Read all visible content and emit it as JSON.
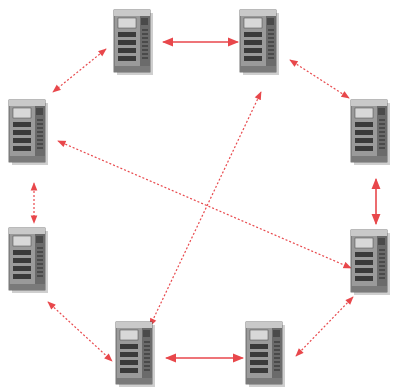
{
  "diagram": {
    "nodes": [
      {
        "id": "server-top-left",
        "icon": "server-tower-icon"
      },
      {
        "id": "server-top-right",
        "icon": "server-tower-icon"
      },
      {
        "id": "server-left-upper",
        "icon": "server-tower-icon"
      },
      {
        "id": "server-right-upper",
        "icon": "server-tower-icon"
      },
      {
        "id": "server-left-lower",
        "icon": "server-tower-icon"
      },
      {
        "id": "server-right-lower",
        "icon": "server-tower-icon"
      },
      {
        "id": "server-bottom-left",
        "icon": "server-tower-icon"
      },
      {
        "id": "server-bottom-right",
        "icon": "server-tower-icon"
      }
    ],
    "edges": [
      {
        "from": "server-top-left",
        "to": "server-top-right",
        "style": "solid",
        "bidirectional": true
      },
      {
        "from": "server-top-left",
        "to": "server-left-upper",
        "style": "dotted",
        "bidirectional": true
      },
      {
        "from": "server-top-right",
        "to": "server-right-upper",
        "style": "dotted",
        "bidirectional": true
      },
      {
        "from": "server-left-upper",
        "to": "server-left-lower",
        "style": "dotted",
        "bidirectional": true
      },
      {
        "from": "server-right-upper",
        "to": "server-right-lower",
        "style": "solid",
        "bidirectional": true
      },
      {
        "from": "server-left-lower",
        "to": "server-bottom-left",
        "style": "dotted",
        "bidirectional": true
      },
      {
        "from": "server-right-lower",
        "to": "server-bottom-right",
        "style": "dotted",
        "bidirectional": true
      },
      {
        "from": "server-bottom-left",
        "to": "server-bottom-right",
        "style": "solid",
        "bidirectional": true
      },
      {
        "from": "server-left-upper",
        "to": "server-right-lower",
        "style": "dotted",
        "bidirectional": true
      },
      {
        "from": "server-top-right",
        "to": "server-bottom-left",
        "style": "dotted",
        "bidirectional": true
      }
    ],
    "colors": {
      "arrow": "#e8474b",
      "server_body": "#9a9a9a",
      "server_dark": "#3a3a3a",
      "server_light": "#d8d8d8"
    }
  }
}
